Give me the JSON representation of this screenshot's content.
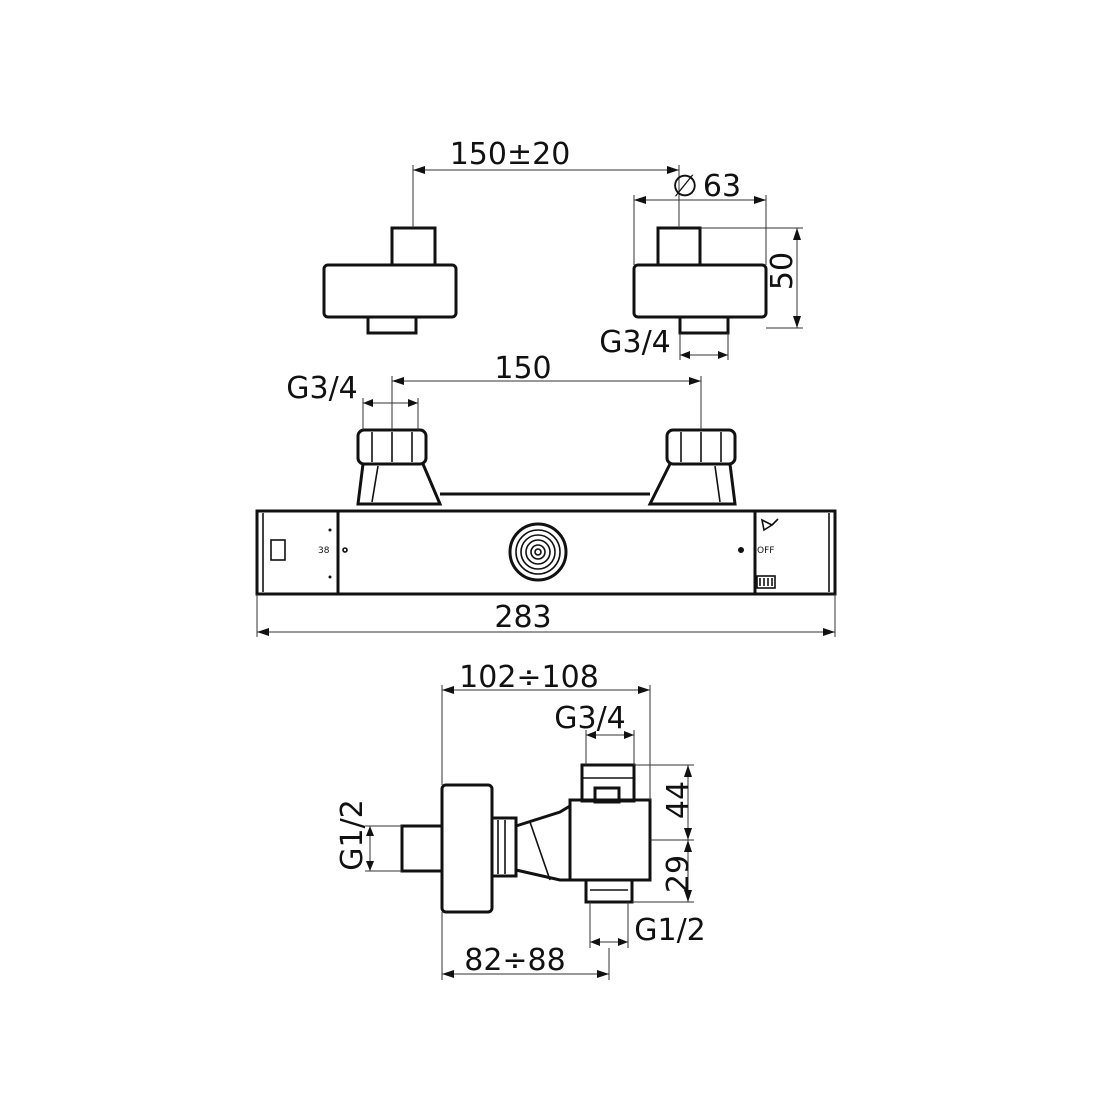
{
  "colors": {
    "line": "#111111",
    "background": "#ffffff"
  },
  "top_view": {
    "spacing": "150±20",
    "diameter_symbol": "∅",
    "diameter": "63",
    "height": "50",
    "thread": "G3/4"
  },
  "front_view": {
    "inlet_thread": "G3/4",
    "inlet_spacing": "150",
    "overall_length": "283",
    "temp_mark": "38",
    "off_label": "OFF"
  },
  "side_view": {
    "depth_range": "102÷108",
    "outlet_thread": "G3/4",
    "outlet_height": "44",
    "inlet_height": "29",
    "wall_thread": "G1/2",
    "bottom_thread": "G1/2",
    "base_range": "82÷88"
  }
}
